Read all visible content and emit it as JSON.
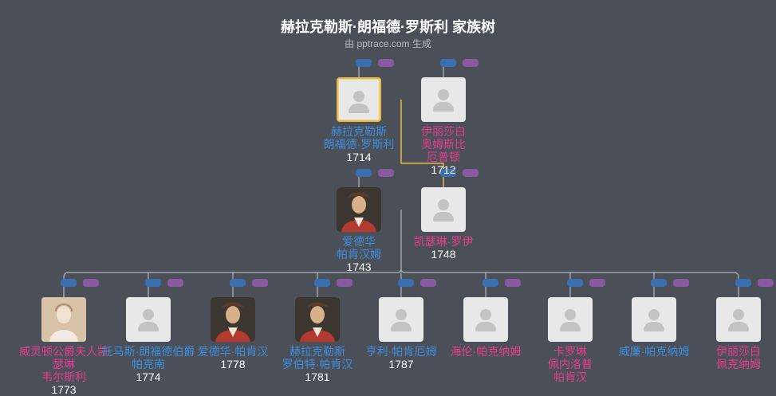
{
  "header": {
    "title": "赫拉克勒斯·朗福德·罗斯利 家族树",
    "subtitle": "由 pptrace.com 生成"
  },
  "colors": {
    "background": "#4a4f58",
    "male": "#3f8fe0",
    "female": "#e83e8c",
    "selected_border": "#e9b949",
    "selected_line": "#e9b949",
    "line": "#c8ccd2"
  },
  "people": {
    "p1": {
      "name_lines": [
        "赫拉克勒斯",
        "朗福德·罗斯利"
      ],
      "year": "1714",
      "gender": "male",
      "photo": "placeholder"
    },
    "p2": {
      "name_lines": [
        "伊丽莎白",
        "奥姆斯比",
        "厄普顿"
      ],
      "year": "1712",
      "gender": "female",
      "photo": "placeholder"
    },
    "p3": {
      "name_lines": [
        "爱德华",
        "帕肯汉姆"
      ],
      "year": "1743",
      "gender": "male",
      "photo": "portrait"
    },
    "p4": {
      "name_lines": [
        "凯瑟琳·罗伊"
      ],
      "year": "1748",
      "gender": "female",
      "photo": "placeholder"
    },
    "c1": {
      "name_lines": [
        "威灵顿公爵夫人凯瑟琳",
        "韦尔斯利"
      ],
      "year": "1773",
      "gender": "female",
      "photo": "sketch"
    },
    "c2": {
      "name_lines": [
        "托马斯·朗福德伯爵",
        "帕克南"
      ],
      "year": "1774",
      "gender": "male",
      "photo": "placeholder"
    },
    "c3": {
      "name_lines": [
        "爱德华·帕肯汉"
      ],
      "year": "1778",
      "gender": "male",
      "photo": "portrait"
    },
    "c4": {
      "name_lines": [
        "赫拉克勒斯",
        "罗伯特·帕肯汉"
      ],
      "year": "1781",
      "gender": "male",
      "photo": "portrait"
    },
    "c5": {
      "name_lines": [
        "亨利·帕肯厄姆"
      ],
      "year": "1787",
      "gender": "male",
      "photo": "placeholder"
    },
    "c6": {
      "name_lines": [
        "海伦·帕克纳姆"
      ],
      "year": "",
      "gender": "female",
      "photo": "placeholder"
    },
    "c7": {
      "name_lines": [
        "卡罗琳",
        "佩内洛普",
        "帕肯汉"
      ],
      "year": "",
      "gender": "female",
      "photo": "placeholder"
    },
    "c8": {
      "name_lines": [
        "威廉·帕克纳姆"
      ],
      "year": "",
      "gender": "male",
      "photo": "placeholder"
    },
    "c9": {
      "name_lines": [
        "伊丽莎白",
        "佩克纳姆"
      ],
      "year": "",
      "gender": "female",
      "photo": "placeholder"
    }
  },
  "selected": "p1"
}
